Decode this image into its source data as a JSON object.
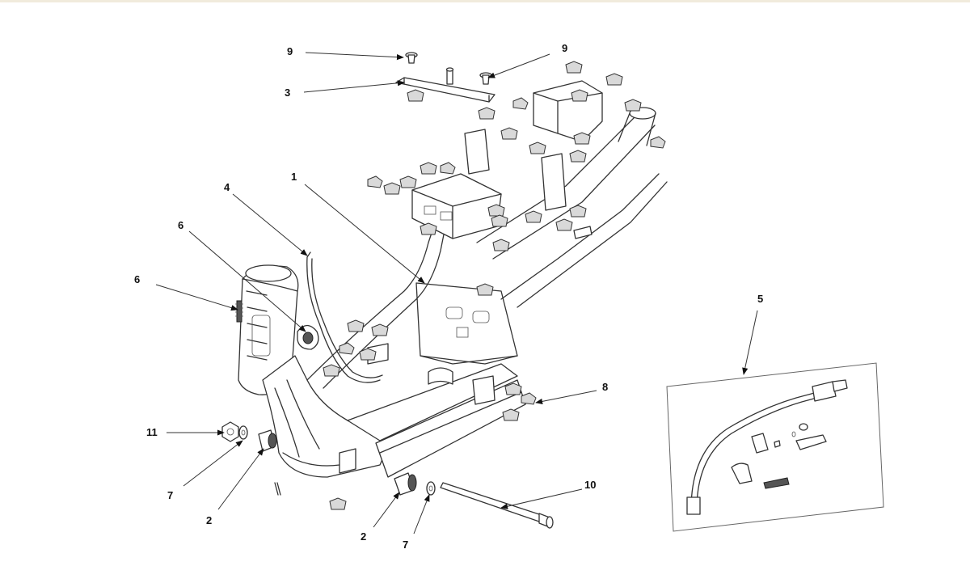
{
  "diagram": {
    "callouts": [
      {
        "id": "c1",
        "label": "1"
      },
      {
        "id": "c2a",
        "label": "2"
      },
      {
        "id": "c2b",
        "label": "2"
      },
      {
        "id": "c3",
        "label": "3"
      },
      {
        "id": "c4",
        "label": "4"
      },
      {
        "id": "c5",
        "label": "5"
      },
      {
        "id": "c6a",
        "label": "6"
      },
      {
        "id": "c6b",
        "label": "6"
      },
      {
        "id": "c7a",
        "label": "7"
      },
      {
        "id": "c7b",
        "label": "7"
      },
      {
        "id": "c8",
        "label": "8"
      },
      {
        "id": "c9a",
        "label": "9"
      },
      {
        "id": "c9b",
        "label": "9"
      },
      {
        "id": "c10",
        "label": "10"
      },
      {
        "id": "c11",
        "label": "11"
      }
    ]
  }
}
